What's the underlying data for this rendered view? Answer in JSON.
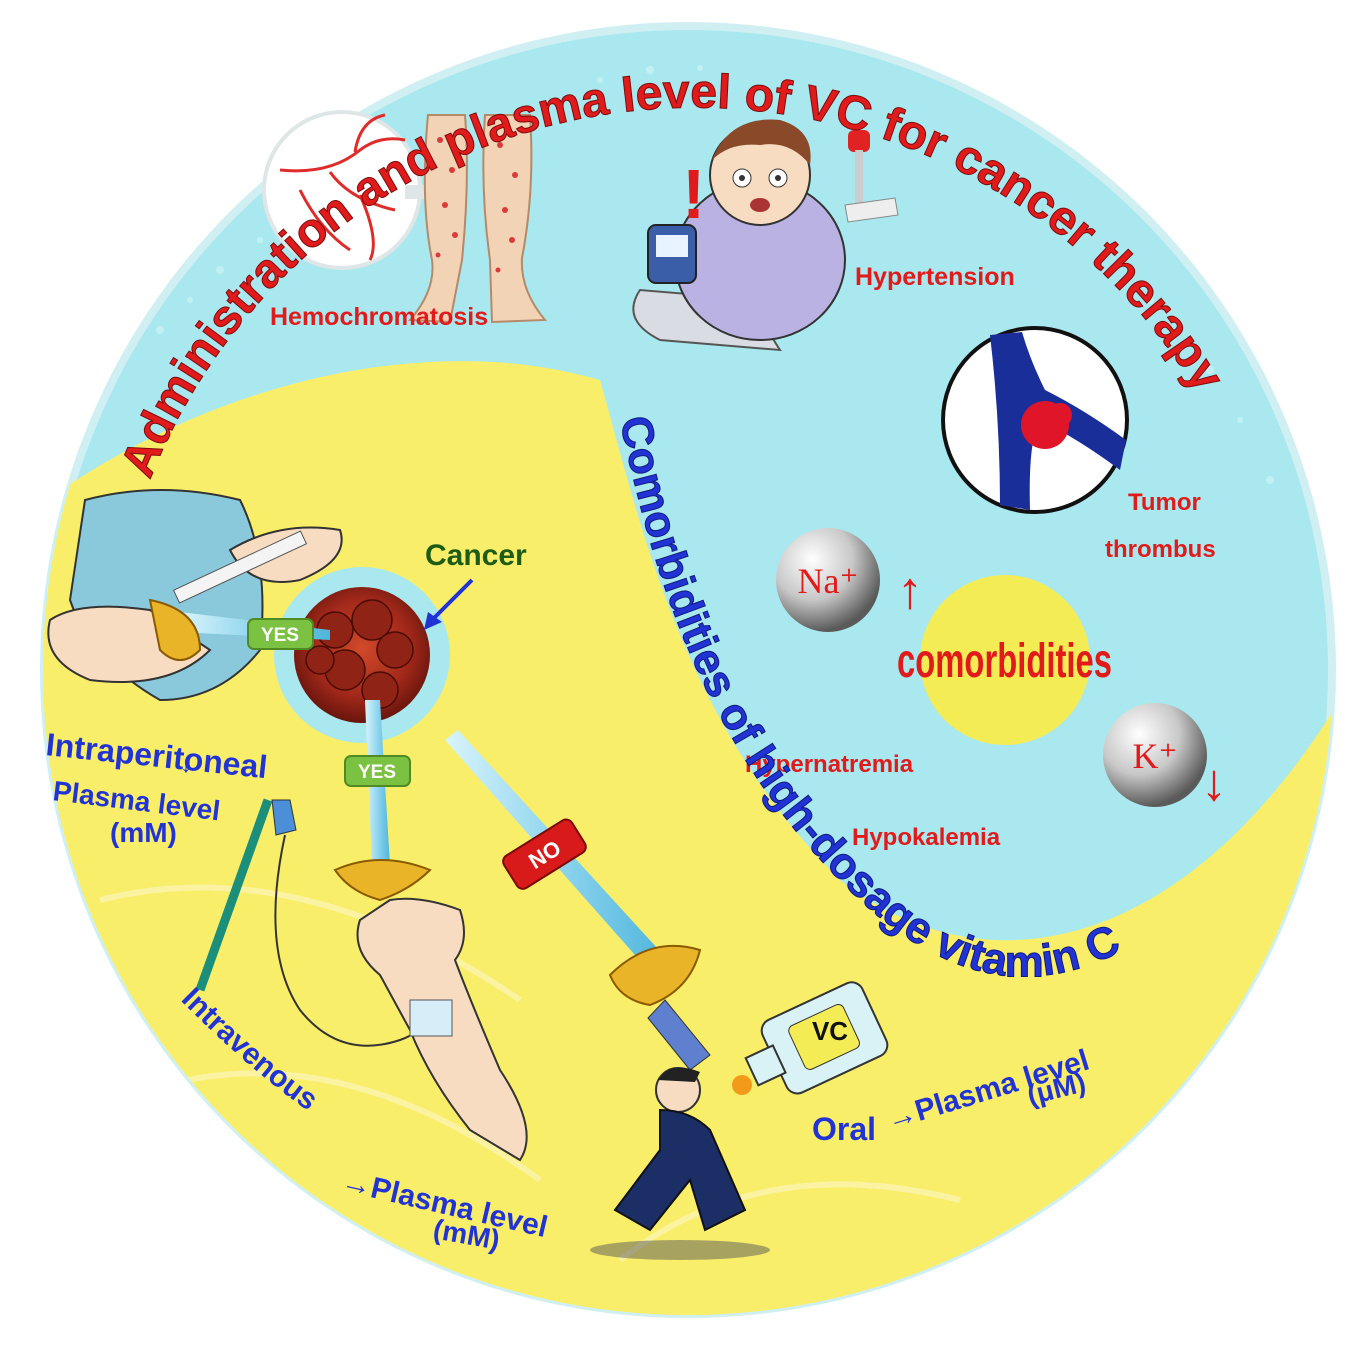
{
  "titles": {
    "administration": "Administration and plasma level of VC for cancer therapy",
    "comorbidities": "Comorbidities of high-dosage vitamin C"
  },
  "comorbidity_labels": {
    "hemochromatosis": "Hemochromatosis",
    "hypertension": "Hypertension",
    "tumor_thrombus_line1": "Tumor",
    "tumor_thrombus_line2": "thrombus",
    "hypernatremia": "Hypernatremia",
    "hypokalemia": "Hypokalemia",
    "center": "comorbidities"
  },
  "ions": {
    "sodium": "Na⁺",
    "potassium": "K⁺",
    "up_arrow": "↑",
    "down_arrow": "↓"
  },
  "cancer_label": "Cancer",
  "sword_tags": {
    "yes1": "YES",
    "yes2": "YES",
    "no": "NO"
  },
  "routes": {
    "intraperitoneal": "Intraperitoneal",
    "intraperitoneal_plasma": "Plasma level",
    "intraperitoneal_unit": "(mM)",
    "intravenous": "Intravenous",
    "intravenous_plasma": "→Plasma level",
    "intravenous_unit": "(mM)",
    "oral": "Oral",
    "oral_plasma": "→Plasma level",
    "oral_unit": "(μM)"
  },
  "bottle_label": "VC",
  "colors": {
    "cyan_bg": "#a9e8ee",
    "yellow_bg": "#f8ee6a",
    "red_text": "#e11b1b",
    "blue_text": "#2233d6",
    "green_text": "#1d5c14",
    "yes_tag": "#7cc242",
    "no_tag": "#d81a1a"
  }
}
